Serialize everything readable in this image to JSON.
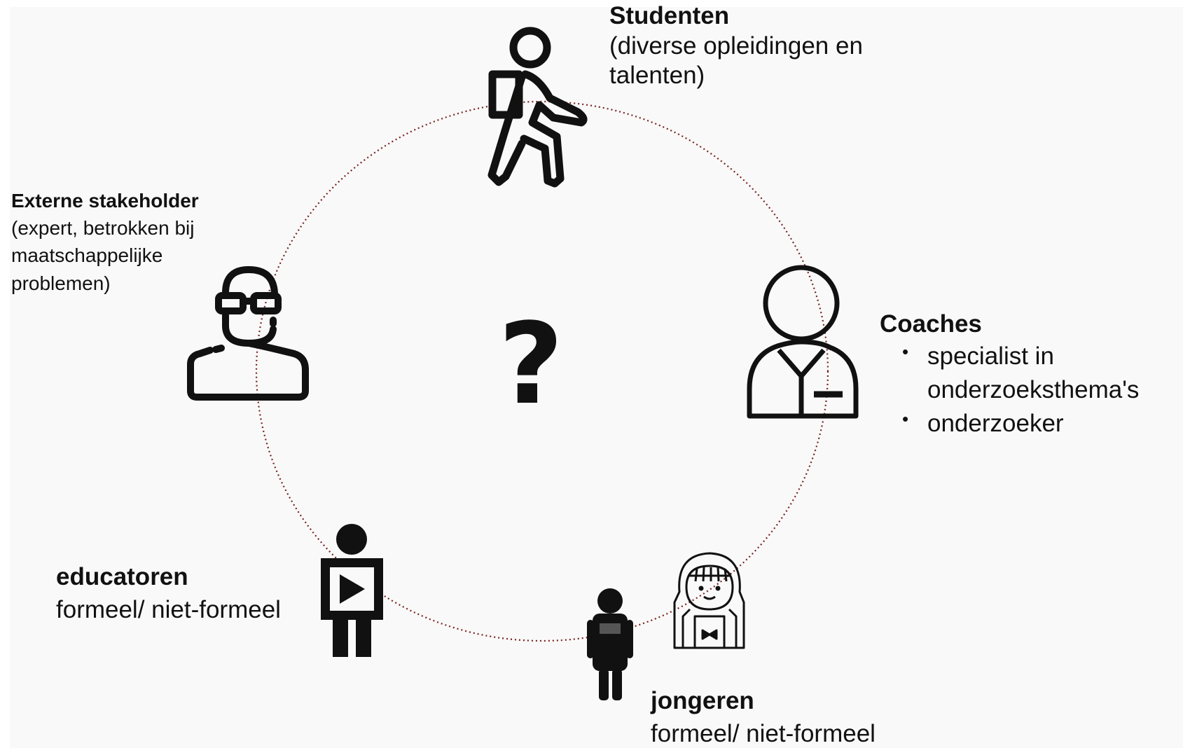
{
  "center": {
    "symbol": "?"
  },
  "roles": {
    "studenten": {
      "title": "Studenten",
      "description_lines": [
        "(diverse opleidingen en",
        "talenten)"
      ]
    },
    "externe_stakeholder": {
      "title": "Externe stakeholder",
      "description_lines": [
        "(expert, betrokken bij",
        "maatschappelijke",
        "problemen)"
      ]
    },
    "coaches": {
      "title": "Coaches",
      "bullets": [
        "specialist in",
        "onderzoeksthema's",
        "onderzoeker"
      ]
    },
    "educatoren": {
      "title": "educatoren",
      "description": "formeel/ niet-formeel"
    },
    "jongeren": {
      "title": "jongeren",
      "description": "formeel/ niet-formeel"
    }
  },
  "colors": {
    "circle_stroke": "#7a2222",
    "icon_stroke": "#111111",
    "background": "#f9f9f9"
  },
  "icons": [
    "walking-student-icon",
    "person-with-glasses-icon",
    "coach-person-icon",
    "educator-play-icon",
    "young-person-icon",
    "child-with-hood-icon",
    "question-mark-icon"
  ]
}
